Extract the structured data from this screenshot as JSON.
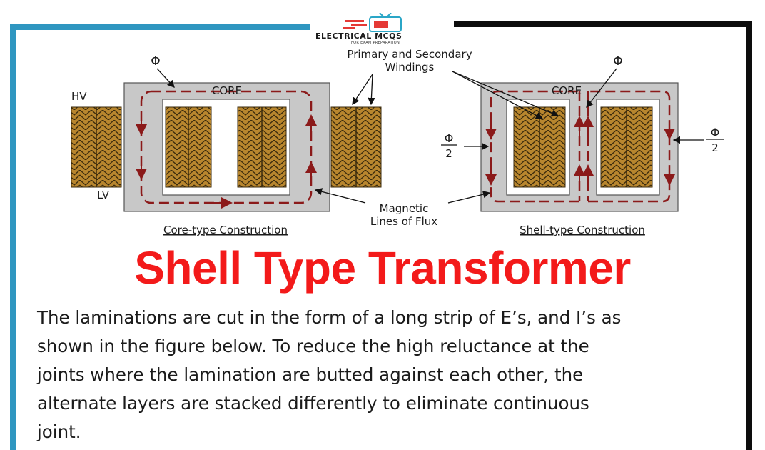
{
  "logo": {
    "title": "ELECTRICAL MCQS",
    "subtitle": "FOR EXAM PREPARATION",
    "icon": "tv-icon"
  },
  "diagram": {
    "labels": {
      "primary_secondary": "Primary and Secondary",
      "windings": "Windings",
      "magnetic": "Magnetic",
      "lines_of_flux": "Lines of Flux",
      "core_left": "CORE",
      "core_right": "CORE",
      "hv": "HV",
      "lv": "LV",
      "phi_left": "Φ",
      "phi_right": "Φ",
      "phi_half_num_left": "Φ",
      "phi_half_den_left": "2",
      "phi_half_num_right": "Φ",
      "phi_half_den_right": "2",
      "core_type_caption": "Core-type Construction",
      "shell_type_caption": "Shell-type Construction"
    },
    "colors": {
      "core": "#c8c8c8",
      "winding": "#b8862e",
      "flux": "#8b1a1a"
    }
  },
  "heading": "Shell Type Transformer",
  "paragraph": {
    "lines": [
      "The laminations are cut in the form of a long strip of E’s, and I’s as",
      "shown in the figure below. To reduce the high reluctance at the",
      "joints where the lamination are butted against each other, the",
      "alternate layers are stacked differently to eliminate continuous",
      "joint."
    ]
  },
  "colors": {
    "heading": "#f31a1a",
    "frame_left": "#2f96c0",
    "frame_right": "#0d0d0d"
  }
}
